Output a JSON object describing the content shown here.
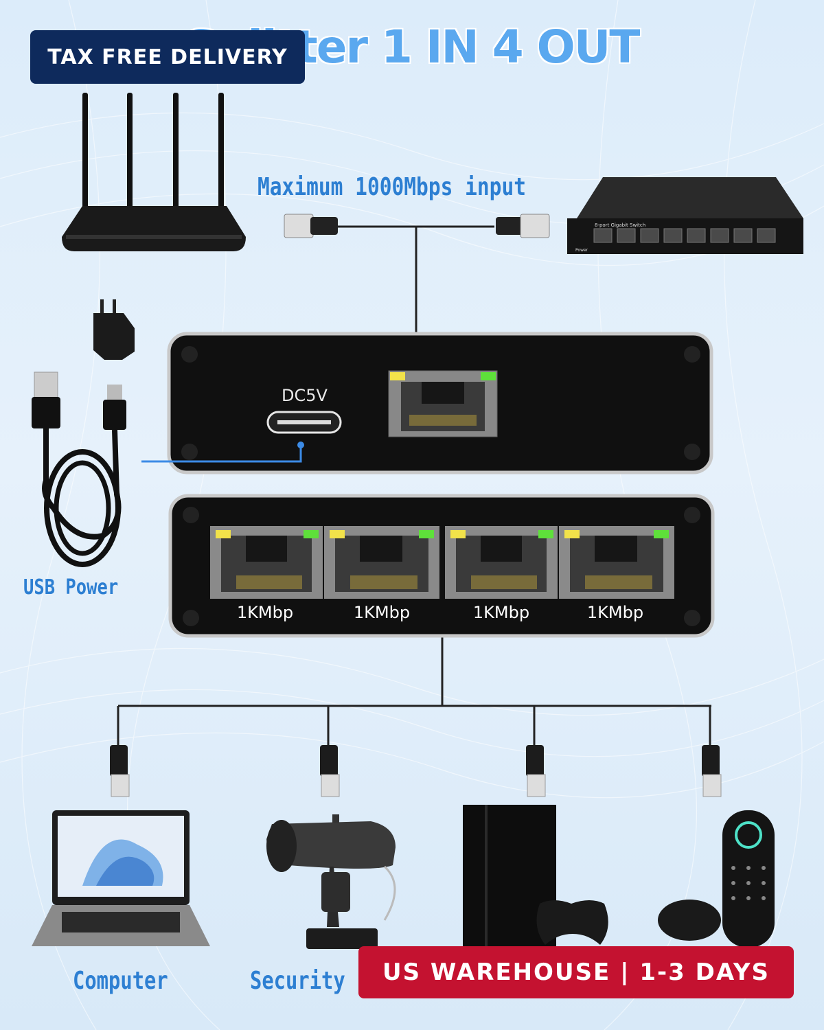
{
  "title": "Splitter 1 IN 4 OUT",
  "badges": {
    "top": "TAX FREE DELIVERY",
    "bottom": "US WAREHOUSE | 1-3 DAYS"
  },
  "labels": {
    "input": "Maximum 1000Mbps input",
    "usb_power": "USB Power",
    "dc": "DC5V",
    "switch_name": "8-port Gigabit Switch",
    "switch_power": "Power"
  },
  "ports": [
    "1KMbp",
    "1KMbp",
    "1KMbp",
    "1KMbp"
  ],
  "devices": [
    "Computer",
    "Security Ca"
  ],
  "colors": {
    "accent_blue": "#2d7fd2",
    "badge_navy": "#0e2a5c",
    "badge_red": "#c41230",
    "led_yellow": "#f2e24a",
    "led_green": "#5ee03a"
  }
}
